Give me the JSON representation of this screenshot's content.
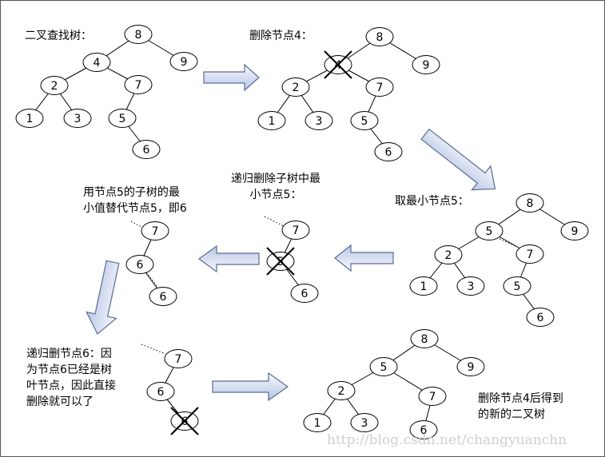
{
  "colors": {
    "node_fill": "#ffffff",
    "stroke": "#000000",
    "arrow_fill_top": "#f6f8fd",
    "arrow_fill_bottom": "#b9c7e6",
    "arrow_stroke": "#5b6c91",
    "watermark": "#cfcfcf"
  },
  "captions": {
    "bst": "二叉查找树：",
    "delete4": "删除节点4：",
    "take_min_line1": "取最小节点5：",
    "recurse_line1": "递归删除子树中最",
    "recurse_line2": "小节点5：",
    "replace_line1": "用节点5的子树的最",
    "replace_line2": "小值替代节点5，即6",
    "leaf_line1": "递归删节点6：因",
    "leaf_line2": "为节点6已经是树",
    "leaf_line3": "叶节点，因此直接",
    "leaf_line4": "删除就可以了",
    "result_line1": "删除节点4后得到",
    "result_line2": "的新的二叉树"
  },
  "watermark": "http://blog.csdn.net/changyuanchn",
  "trees": {
    "bst": [
      "8",
      "4",
      "9",
      "2",
      "7",
      "1",
      "3",
      "5",
      "6"
    ],
    "delete4": [
      "8",
      "4",
      "9",
      "2",
      "7",
      "1",
      "3",
      "5",
      "6"
    ],
    "take_min": [
      "8",
      "5",
      "9",
      "2",
      "7",
      "1",
      "3",
      "5",
      "6"
    ],
    "recurse": [
      "7",
      "5",
      "6"
    ],
    "replace": [
      "7",
      "6",
      "6"
    ],
    "leaf": [
      "7",
      "6",
      "6"
    ],
    "result": [
      "8",
      "5",
      "9",
      "2",
      "7",
      "1",
      "3",
      "6"
    ]
  },
  "crossed_nodes": [
    "delete4 node 4",
    "recurse node 5",
    "leaf node 6"
  ]
}
